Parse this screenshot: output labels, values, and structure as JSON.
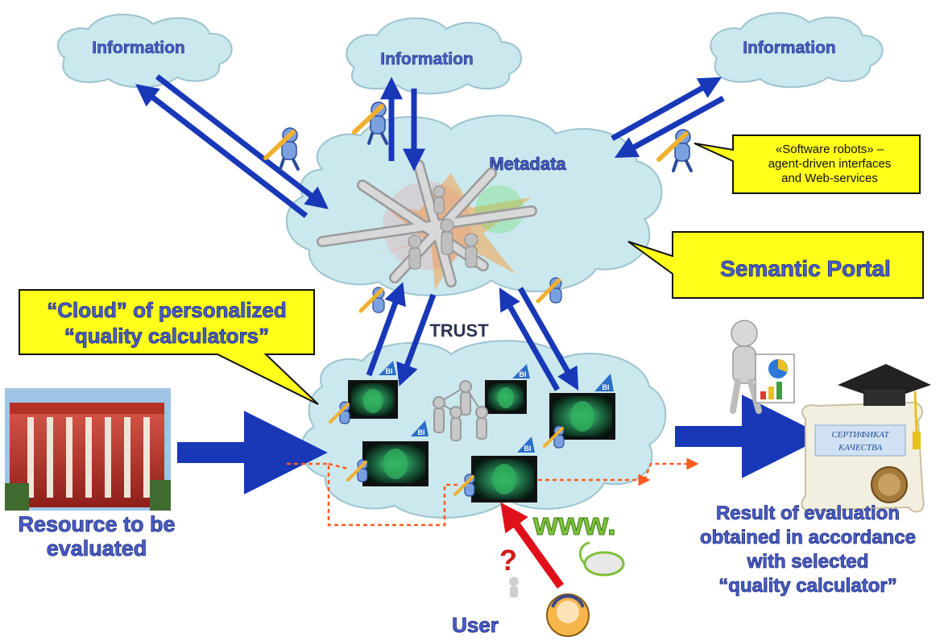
{
  "info_clouds": [
    {
      "label": "Information"
    },
    {
      "label": "Information"
    },
    {
      "label": "Information"
    }
  ],
  "metadata_label": "Metadata",
  "trust_label": "TRUST",
  "callouts": {
    "software_robots": {
      "lines": [
        "«Software robots» –",
        "agent-driven interfaces",
        "and Web-services"
      ]
    },
    "semantic_portal": {
      "text": "Semantic Portal"
    },
    "quality_cloud": {
      "lines": [
        "“Cloud” of personalized",
        "“quality calculators”"
      ]
    }
  },
  "resource_label": {
    "lines": [
      "Resource to be",
      "evaluated"
    ]
  },
  "result_label": {
    "lines": [
      "Result of evaluation",
      "obtained in accordance",
      "with selected",
      "“quality calculator”"
    ]
  },
  "user_label": "User",
  "www_label": "www.",
  "bi_badge": "BI",
  "certificate": {
    "lines": [
      "СЕРТИФИКАТ",
      "КАЧЕСТВА"
    ]
  },
  "colors": {
    "cloud_fill": "#cbe8ee",
    "cloud_stroke": "#9cc3cf",
    "arrow_blue": "#1838b8",
    "callout_yellow": "#ffff1a",
    "label_blue": "#4a5fc9",
    "dotted_red": "#ff5a1f",
    "user_arrow": "#e0101a"
  }
}
